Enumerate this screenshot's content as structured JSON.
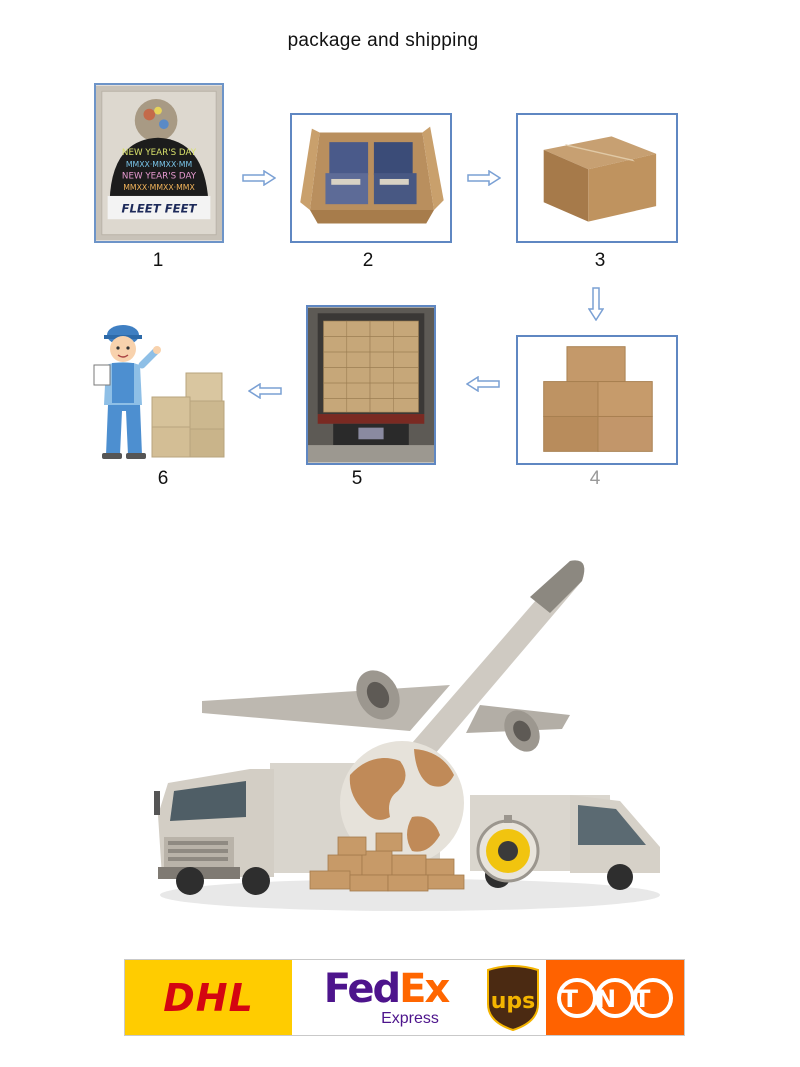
{
  "page": {
    "title": "package and shipping"
  },
  "steps": [
    {
      "number": "1",
      "content": "beanie in clear bag",
      "hat_lines": [
        "NEW YEAR'S DAY",
        "MMXX·MMXX·MM",
        "NEW YEAR'S DAY",
        "MMXX·MMXX·MMX"
      ],
      "hat_brand": "FLEET FEET"
    },
    {
      "number": "2",
      "content": "open carton with bagged items"
    },
    {
      "number": "3",
      "content": "sealed carton"
    },
    {
      "number": "4",
      "content": "stacked cartons"
    },
    {
      "number": "5",
      "content": "truck loaded with cartons"
    },
    {
      "number": "6",
      "content": "delivery worker with boxes"
    }
  ],
  "carriers": {
    "dhl": "DHL",
    "fedex_fed": "Fed",
    "fedex_ex": "Ex",
    "fedex_sub": "Express",
    "ups": "ups",
    "tnt": "TNT"
  },
  "colors": {
    "frame": "#5f87c2",
    "arrow": "#7aa0d4",
    "dhl_yellow": "#ffcc00",
    "dhl_red": "#d40511",
    "fedex_purple": "#4d148c",
    "fedex_orange": "#ff6600",
    "ups_brown": "#4b2a12",
    "ups_gold": "#f4b400",
    "tnt_orange": "#ff6200"
  }
}
